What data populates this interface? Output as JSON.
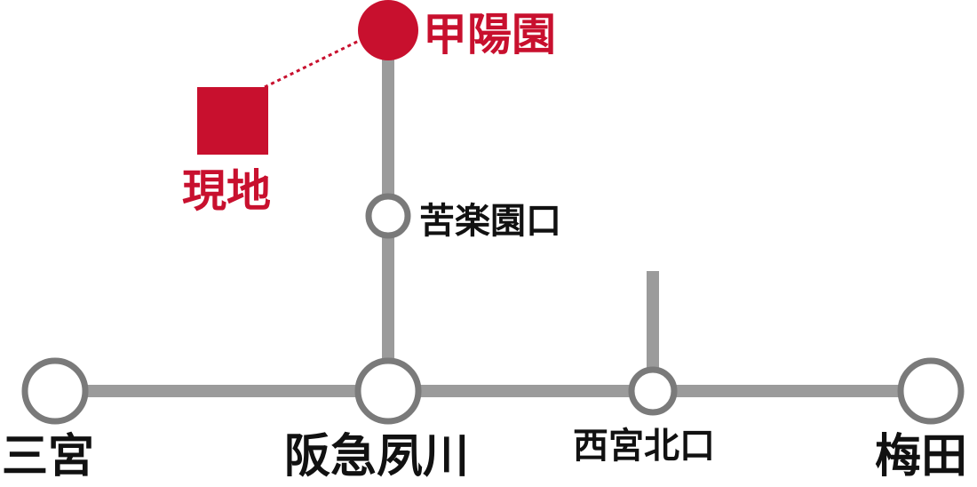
{
  "colors": {
    "line": "#9b9b9b",
    "station_stroke": "#7a7a7a",
    "station_fill": "#ffffff",
    "accent": "#c8102e",
    "text": "#111111"
  },
  "stations": {
    "koyoen": "甲陽園",
    "kurakuenguchi": "苦楽園口",
    "sannomiya": "三宮",
    "shukugawa": "阪急夙川",
    "nishinomiya_kitaguchi": "西宮北口",
    "umeda": "梅田"
  },
  "site": {
    "label": "現地"
  }
}
